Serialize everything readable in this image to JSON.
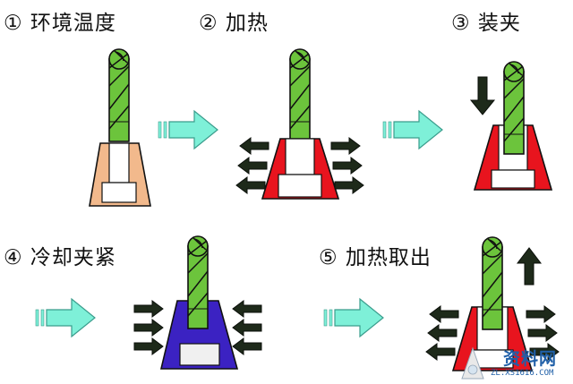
{
  "steps": [
    {
      "label": "① 环境温度"
    },
    {
      "label": "② 加热"
    },
    {
      "label": "③ 装夹"
    },
    {
      "label": "④ 冷却夹紧"
    },
    {
      "label": "⑤ 加热取出"
    }
  ],
  "watermark": {
    "title": "资料网",
    "url": "ZL.XS1616.COM"
  },
  "colors": {
    "tool_green": "#6cc43c",
    "holder_ambient": "#f2b98c",
    "holder_hot": "#e8141e",
    "holder_cold": "#3b22c2",
    "flow_arrow": "#7ef0d8",
    "force_arrow": "#1e2a1a"
  }
}
